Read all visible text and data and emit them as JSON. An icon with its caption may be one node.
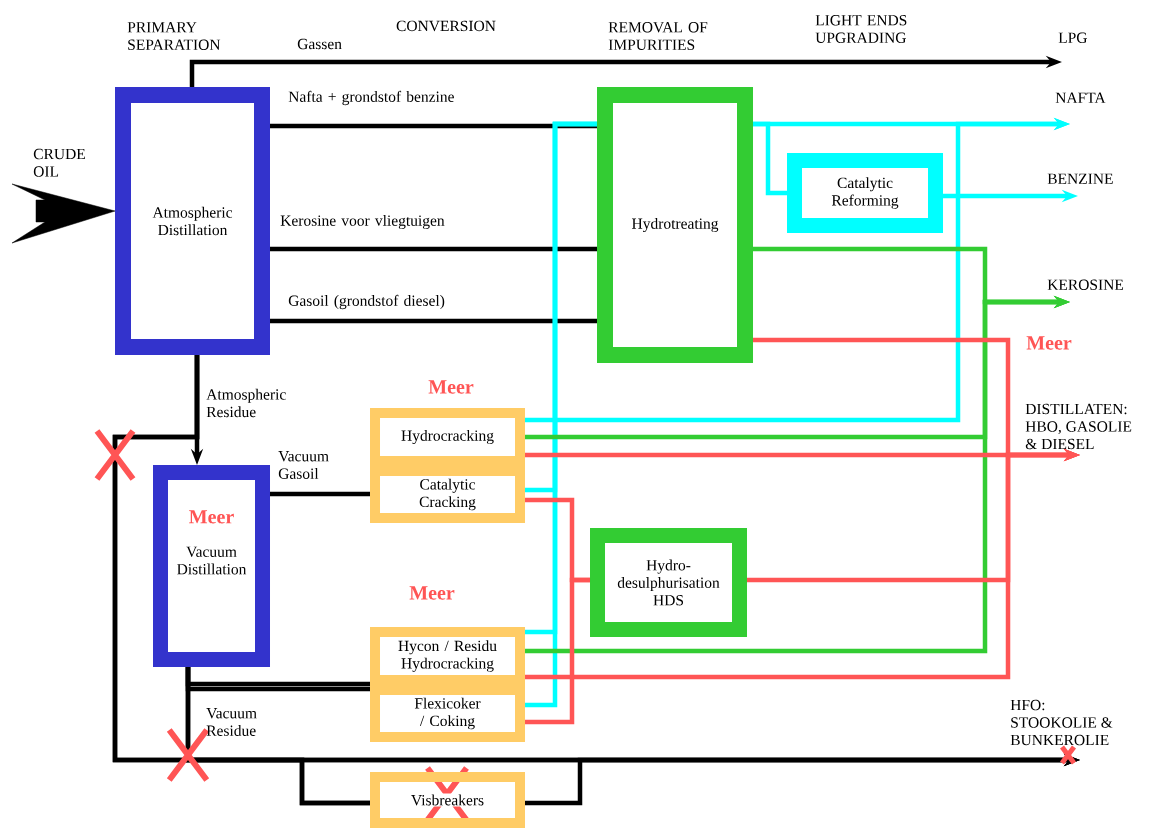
{
  "diagram": {
    "nodes": [
      {
        "text": [
          "Atmospheric Distillation"
        ]
      },
      {
        "text": [
          "Hydrotreating"
        ]
      },
      {
        "text": [
          "Catalytic Reforming"
        ]
      },
      {
        "text": [
          "Meer",
          "Vacuum Distillation"
        ]
      },
      {
        "text": [
          "Hydrocracking"
        ],
        "beside": [
          "Meer"
        ]
      },
      {
        "text": [
          "Catalytic Cracking"
        ]
      },
      {
        "text": [
          "Hycon / Residu Hydrocracking"
        ],
        "beside": [
          "Meer"
        ]
      },
      {
        "text": [
          "Flexicoker / Coking"
        ]
      },
      {
        "text": [
          "Visbreakers"
        ]
      },
      {
        "text": [
          "Hydro- desulphurisation HDS"
        ]
      },
      {
        "text": [
          "CRUDE OIL"
        ]
      },
      {
        "text": [
          "LPG"
        ]
      },
      {
        "text": [
          "NAFTA"
        ]
      },
      {
        "text": [
          "BENZINE"
        ]
      },
      {
        "text": [
          "KEROSINE"
        ]
      },
      {
        "text": [
          "DISTILLATEN: HBO, GASOLIE & DIESEL"
        ]
      },
      {
        "text": [
          "HFO: STOOKOLIE & BUNKEROLIE"
        ]
      }
    ],
    "edges": [
      {
        "from": 0,
        "to": 11,
        "arrow": "to",
        "label": "Gassen"
      },
      {
        "from": 0,
        "to": 1,
        "arrow": "none",
        "label": "Nafta + grondstof benzine"
      },
      {
        "from": 0,
        "to": 1,
        "arrow": "none",
        "label": "Kerosine voor vliegtuigen"
      },
      {
        "from": 0,
        "to": 1,
        "arrow": "none",
        "label": "Gasoil (grondstof diesel)"
      },
      {
        "from": 0,
        "to": 3,
        "arrow": "to",
        "label": "Atmospheric Residue"
      },
      {
        "from": 0,
        "to": 16,
        "arrow": "to"
      },
      {
        "from": 3,
        "to": 5,
        "arrow": "none",
        "label": "Vacuum Gasoil"
      },
      {
        "from": 3,
        "to": 6,
        "arrow": "none"
      },
      {
        "from": 3,
        "to": 7,
        "arrow": "none"
      },
      {
        "from": 3,
        "to": 16,
        "arrow": "to",
        "label": "Vacuum Residue"
      },
      {
        "from": 3,
        "to": 8,
        "arrow": "none"
      },
      {
        "from": 8,
        "to": 16,
        "arrow": "to"
      },
      {
        "from": 1,
        "to": 12,
        "arrow": "to",
        "color": "#00ffff"
      },
      {
        "from": 1,
        "to": 2,
        "arrow": "none",
        "color": "#00ffff"
      },
      {
        "from": 2,
        "to": 13,
        "arrow": "to",
        "color": "#00ffff"
      },
      {
        "from": 4,
        "to": 12,
        "arrow": "to",
        "color": "#00ffff"
      },
      {
        "from": 5,
        "to": 1,
        "arrow": "none",
        "color": "#00ffff"
      },
      {
        "from": 6,
        "to": 1,
        "arrow": "none",
        "color": "#00ffff"
      },
      {
        "from": 7,
        "to": 1,
        "arrow": "none",
        "color": "#00ffff"
      },
      {
        "from": 1,
        "to": 14,
        "arrow": "to",
        "color": "#33cc33"
      },
      {
        "from": 4,
        "to": 14,
        "arrow": "to",
        "color": "#33cc33"
      },
      {
        "from": 6,
        "to": 14,
        "arrow": "to",
        "color": "#33cc33"
      },
      {
        "from": 4,
        "to": 15,
        "arrow": "to",
        "color": "#ff5555"
      },
      {
        "from": 1,
        "to": 15,
        "arrow": "to",
        "color": "#ff5555"
      },
      {
        "from": 9,
        "to": 15,
        "arrow": "to",
        "color": "#ff5555"
      },
      {
        "from": 6,
        "to": 15,
        "arrow": "to",
        "color": "#ff5555"
      },
      {
        "from": 5,
        "to": 9,
        "arrow": "none",
        "color": "#ff5555"
      },
      {
        "from": 7,
        "to": 9,
        "arrow": "none",
        "color": "#ff5555"
      },
      {
        "from": 10,
        "to": 0,
        "arrow": "to",
        "style": "thick"
      },
      {
        "from": 0,
        "to": 8,
        "arrow": "none"
      }
    ],
    "labels": [
      "PRIMARY SEPARATION",
      "CONVERSION",
      "REMOVAL OF IMPURITIES",
      "LIGHT ENDS UPGRADING",
      "Meer"
    ]
  }
}
